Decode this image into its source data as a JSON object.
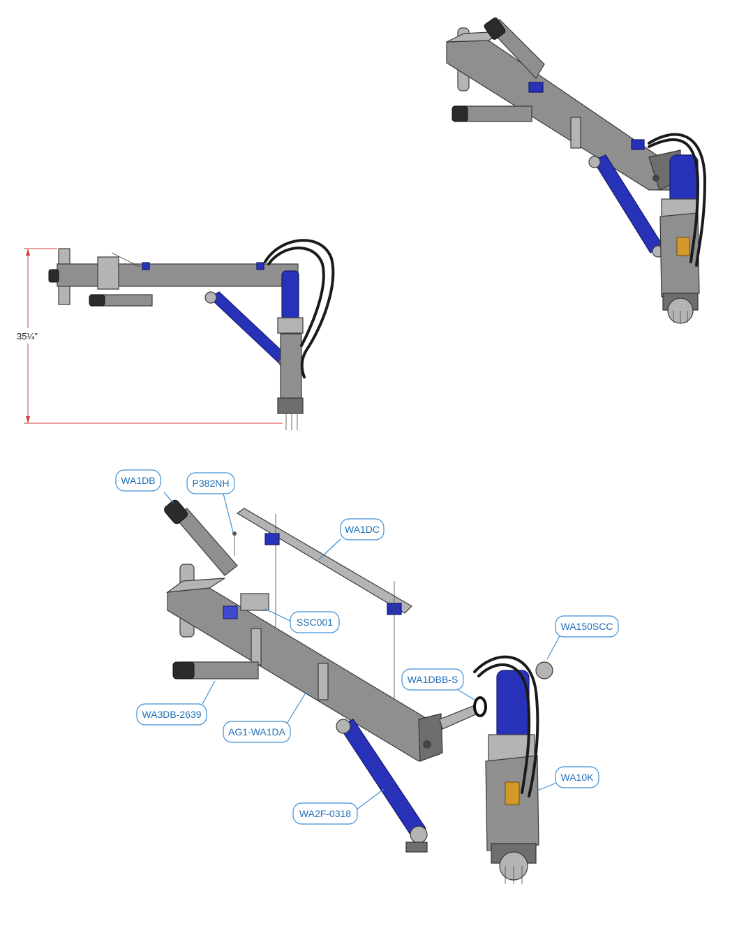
{
  "dimension": {
    "height_label": "35¼\""
  },
  "callouts": [
    {
      "id": "wa1db",
      "text": "WA1DB"
    },
    {
      "id": "p382nh",
      "text": "P382NH"
    },
    {
      "id": "wa1dc",
      "text": "WA1DC"
    },
    {
      "id": "ssc001",
      "text": "SSC001"
    },
    {
      "id": "wa150scc",
      "text": "WA150SCC"
    },
    {
      "id": "wa1dbb_s",
      "text": "WA1DBB-S"
    },
    {
      "id": "wa3db_2639",
      "text": "WA3DB-2639"
    },
    {
      "id": "ag1_wa1da",
      "text": "AG1-WA1DA"
    },
    {
      "id": "wa10k",
      "text": "WA10K"
    },
    {
      "id": "wa2f_0318",
      "text": "WA2F-0318"
    }
  ],
  "colors": {
    "callout": "#3d8fd6",
    "dimension": "#d43c3c",
    "steel": "#8f8f8f",
    "cylinder": "#2832b8"
  }
}
